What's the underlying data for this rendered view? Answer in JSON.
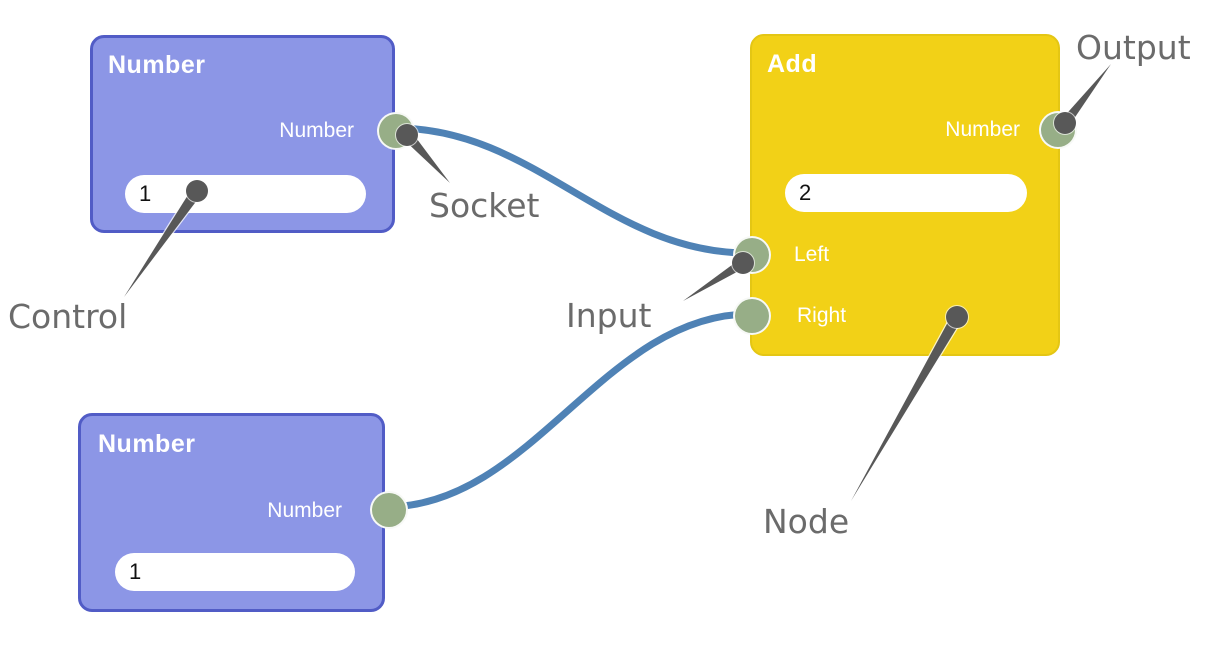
{
  "editor": {
    "nodes": [
      {
        "id": "number-1",
        "title": "Number",
        "output_label": "Number",
        "control_value": "1"
      },
      {
        "id": "number-2",
        "title": "Number",
        "output_label": "Number",
        "control_value": "1"
      },
      {
        "id": "add",
        "title": "Add",
        "output_label": "Number",
        "input_left_label": "Left",
        "input_right_label": "Right",
        "control_value": "2"
      }
    ],
    "connections": [
      {
        "from": "number-1 output Number",
        "to": "add input Left"
      },
      {
        "from": "number-2 output Number",
        "to": "add input Right"
      }
    ]
  },
  "annotations": {
    "output": "Output",
    "socket": "Socket",
    "control": "Control",
    "input": "Input",
    "node": "Node"
  },
  "colors": {
    "node_blue_fill": "#8C96E6",
    "node_blue_border": "#515CC6",
    "node_yellow_fill": "#F2D117",
    "node_yellow_border": "#E4C614",
    "socket_green": "#97AE87",
    "connection_blue": "#4F82B5",
    "pin_gray": "#585858",
    "annotation_label_gray": "#6B6B6B",
    "node_text_white": "#FFFFFF"
  }
}
